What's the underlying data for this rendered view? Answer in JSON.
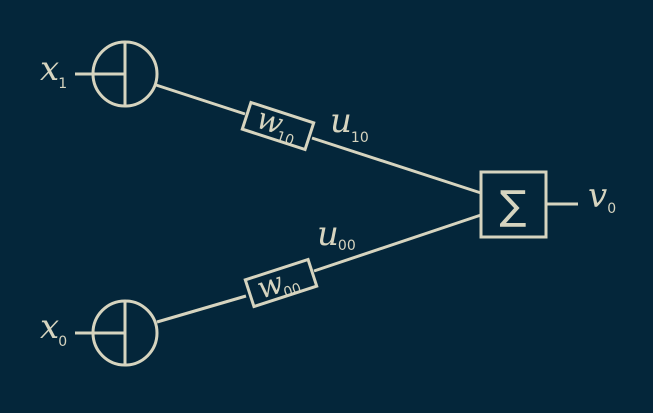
{
  "diagram": {
    "inputs": [
      {
        "var": "x",
        "sub": "1"
      },
      {
        "var": "x",
        "sub": "0"
      }
    ],
    "weights": [
      {
        "var": "w",
        "sub": "10"
      },
      {
        "var": "w",
        "sub": "00"
      }
    ],
    "edges": [
      {
        "var": "u",
        "sub": "10"
      },
      {
        "var": "u",
        "sub": "00"
      }
    ],
    "sum_symbol": "∑",
    "output": {
      "var": "v",
      "sub": "0"
    }
  },
  "colors": {
    "background": "#04263a",
    "foreground": "#d6d4bf"
  },
  "icons": {
    "input_node": "circle-with-T-icon",
    "weight_node": "rectangle-icon",
    "sum_node": "sigma-box-icon"
  }
}
